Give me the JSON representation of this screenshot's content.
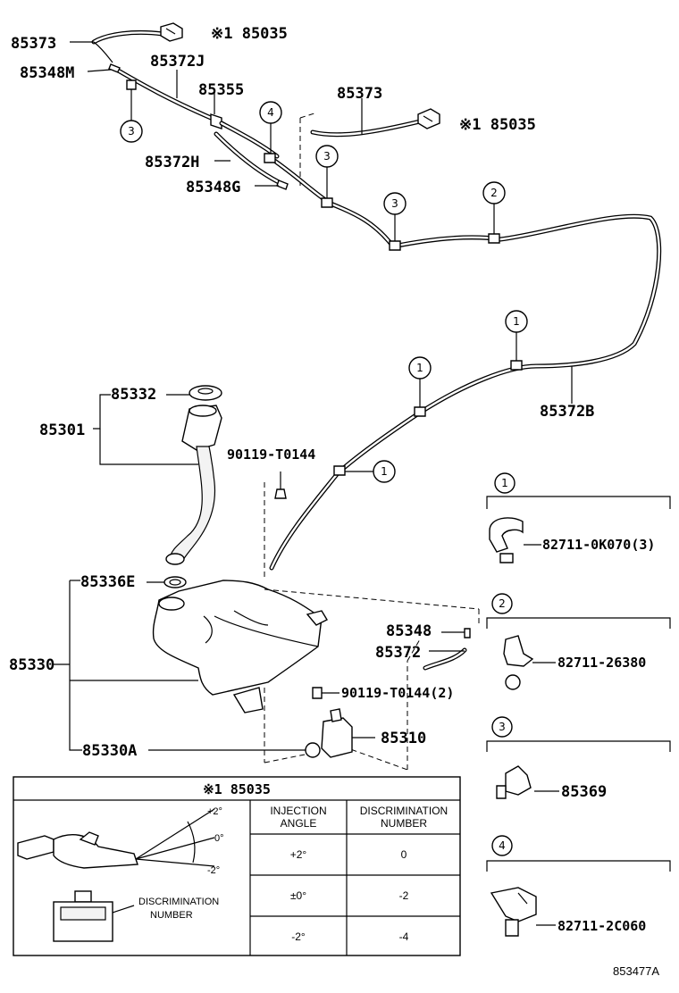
{
  "diagram_code": "853477A",
  "labels": {
    "l85373_top": "85373",
    "l85035_top": "※1 85035",
    "l85348M": "85348M",
    "l85372J": "85372J",
    "l85355": "85355",
    "l85373_mid": "85373",
    "l85035_mid": "※1 85035",
    "l85372H": "85372H",
    "l85348G": "85348G",
    "l85372B": "85372B",
    "l85332": "85332",
    "l85301": "85301",
    "l90119a": "90119-T0144",
    "l85336E": "85336E",
    "l85330": "85330",
    "l85348": "85348",
    "l85372": "85372",
    "l90119b": "90119-T0144(2)",
    "l85310": "85310",
    "l85330A": "85330A"
  },
  "callouts": {
    "c1": "1",
    "c2": "2",
    "c3": "3",
    "c4": "4"
  },
  "clip_details": [
    {
      "num": "1",
      "part": "82711-0K070(3)"
    },
    {
      "num": "2",
      "part": "82711-26380"
    },
    {
      "num": "3",
      "part": "85369"
    },
    {
      "num": "4",
      "part": "82711-2C060"
    }
  ],
  "table": {
    "title": "※1 85035",
    "col1": [
      "INJECTION",
      "ANGLE"
    ],
    "col2": [
      "DISCRIMINATION",
      "NUMBER"
    ],
    "rows": [
      {
        "angle": "+2°",
        "number": "0"
      },
      {
        "angle": "±0°",
        "number": "-2"
      },
      {
        "angle": "-2°",
        "number": "-4"
      }
    ],
    "angle_plus": "+2°",
    "angle_zero": "0°",
    "angle_minus": "-2°",
    "disc_label": [
      "DISCRIMINATION",
      "NUMBER"
    ]
  }
}
